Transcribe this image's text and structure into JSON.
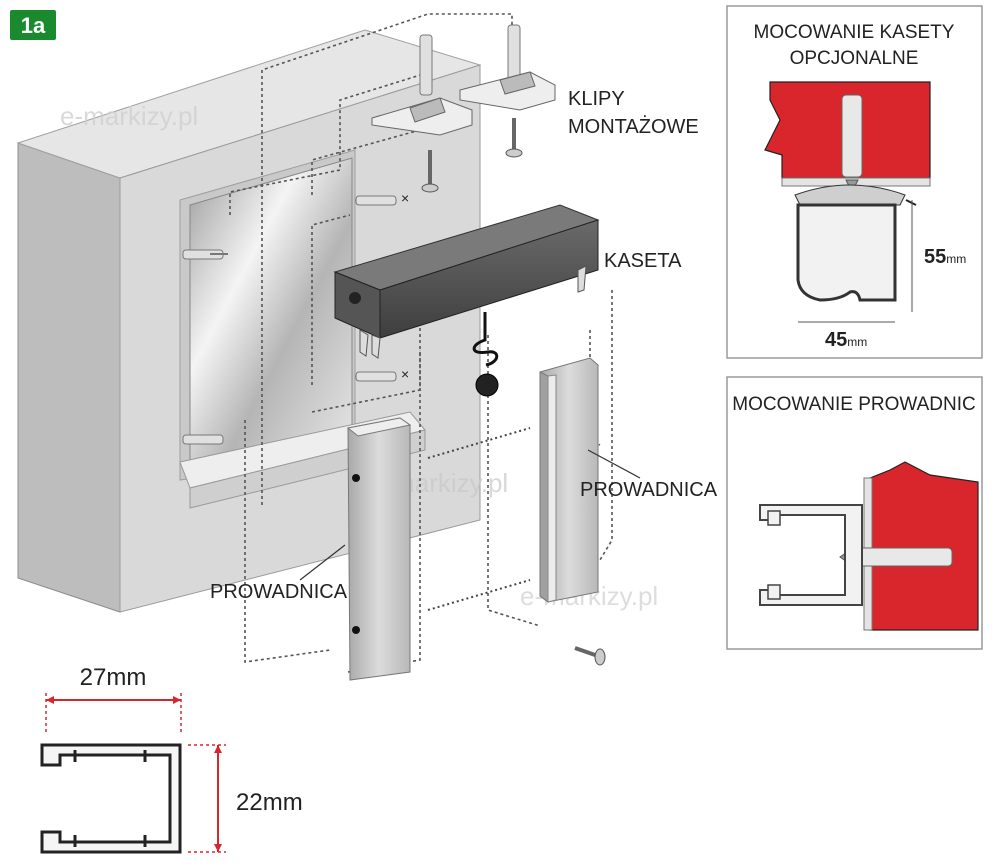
{
  "badge": {
    "text": "1a",
    "color": "#1a8a2e"
  },
  "watermark": "e-markizy.pl",
  "labels": {
    "clips": [
      "KLIPY",
      "MONTAŻOWE"
    ],
    "cassette": "KASETA",
    "guide_right": "PROWADNICA",
    "guide_left": "PROWADNICA"
  },
  "inset_cassette": {
    "title": [
      "MOCOWANIE KASETY",
      "OPCJONALNE"
    ],
    "height_value": "55",
    "height_unit": "mm",
    "width_value": "45",
    "width_unit": "mm"
  },
  "inset_guide": {
    "title": "MOCOWANIE PROWADNIC"
  },
  "profile": {
    "width": "27mm",
    "height": "22mm"
  },
  "colors": {
    "wall_red": "#d8262c",
    "dimension_red": "#d8262c",
    "wall_face": "#d9d9d9",
    "metal": "#c8c8c8"
  }
}
